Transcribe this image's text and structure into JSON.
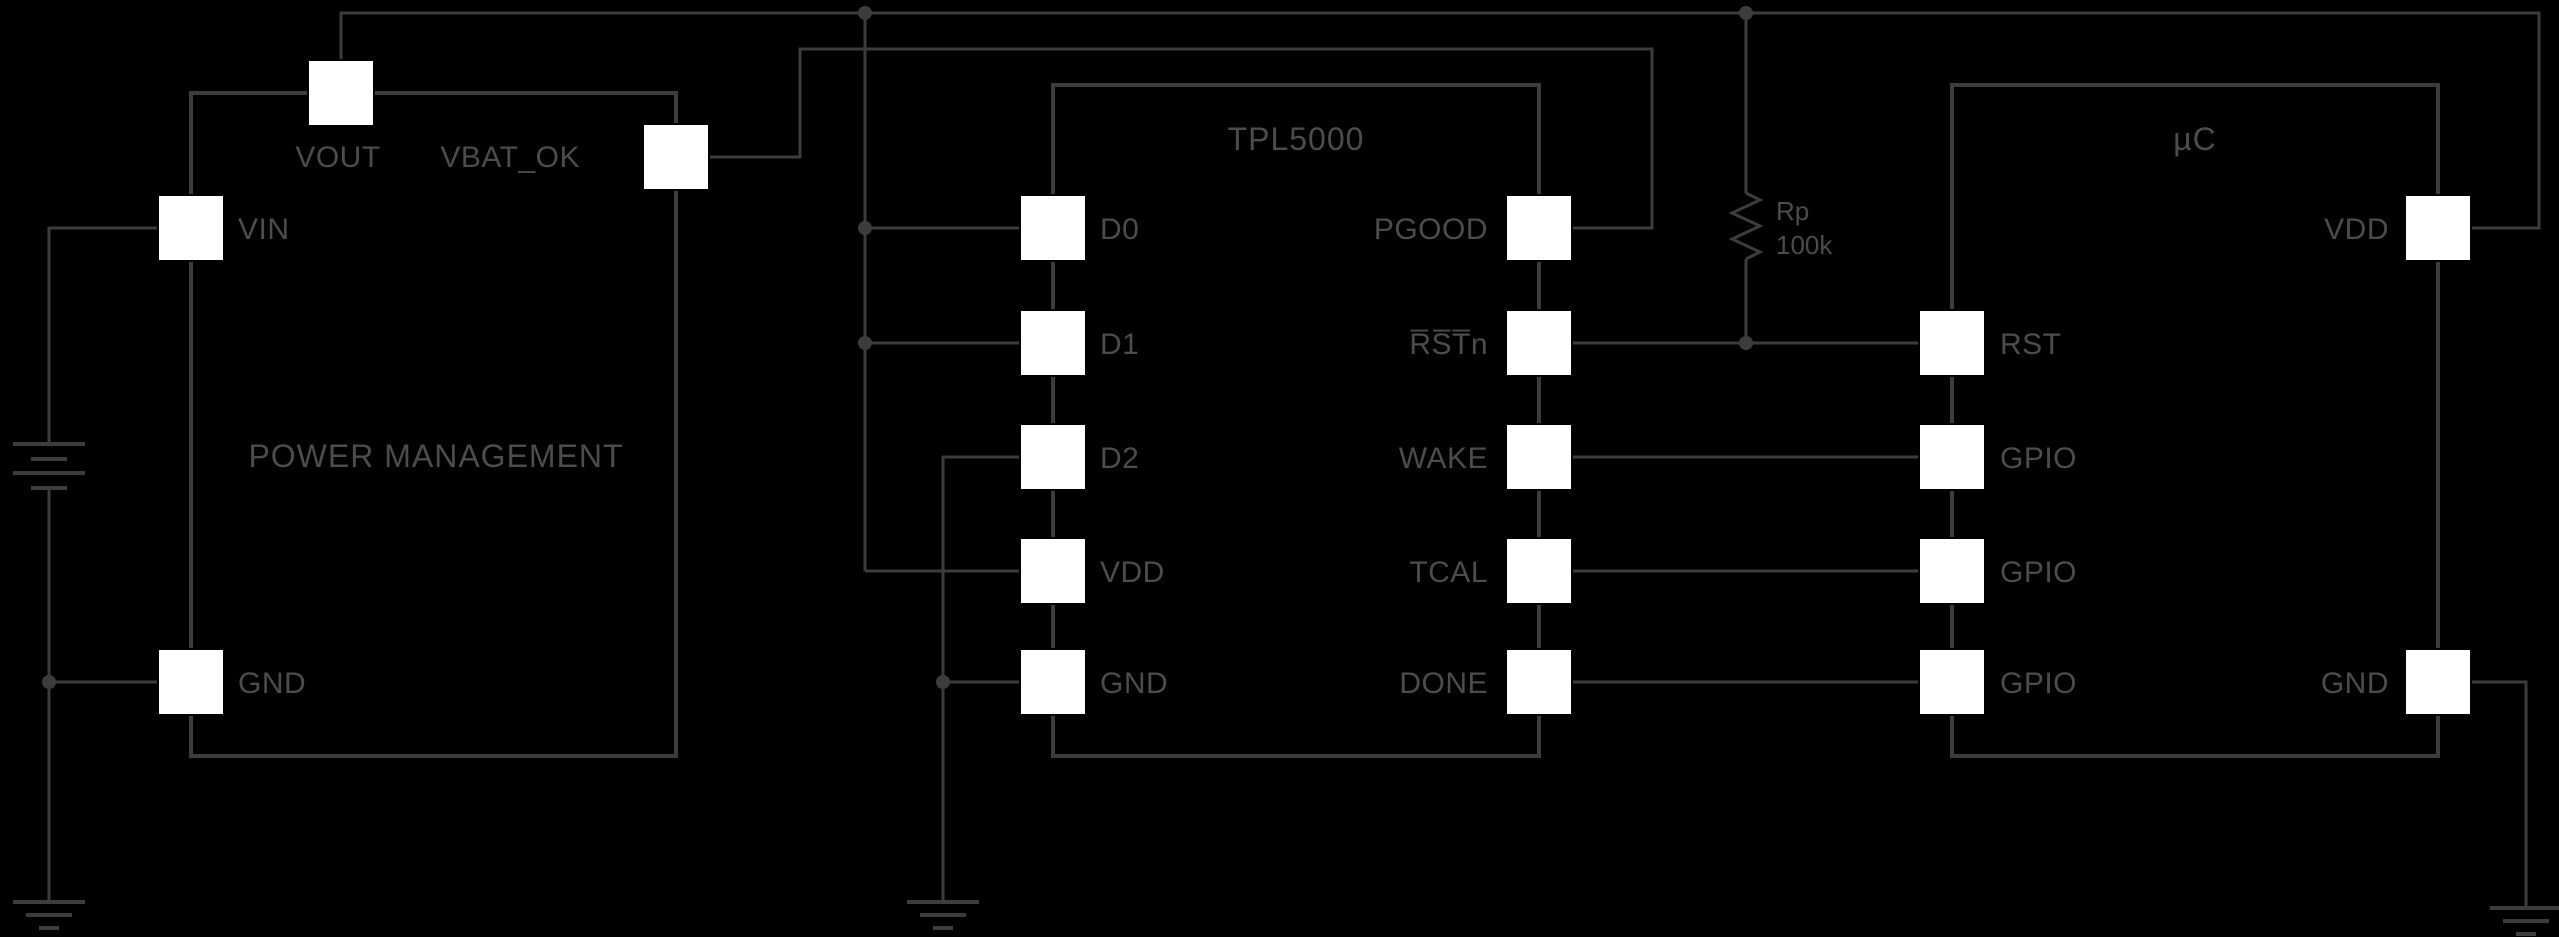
{
  "colors": {
    "background": "#000000",
    "line": "#3c3c3c",
    "text": "#4c4c4c",
    "pin_fill": "#ffffff",
    "pin_border": "#000000"
  },
  "power_block": {
    "name": "POWER MANAGEMENT",
    "pin_vout": "VOUT",
    "pin_vbat_ok": "VBAT_OK",
    "pin_vin": "VIN",
    "pin_gnd": "GND"
  },
  "tpl_block": {
    "name": "TPL5000",
    "pin_d0": "D0",
    "pin_d1": "D1",
    "pin_d2": "D2",
    "pin_vdd": "VDD",
    "pin_gnd": "GND",
    "pin_pgood": "PGOOD",
    "pin_rstn": "R̅S̅T̅n",
    "pin_wake": "WAKE",
    "pin_tcal": "TCAL",
    "pin_done": "DONE"
  },
  "mcu_block": {
    "name": "µC",
    "pin_rst": "RST",
    "pin_gpio1": "GPIO",
    "pin_gpio2": "GPIO",
    "pin_gpio3": "GPIO",
    "pin_vdd": "VDD",
    "pin_gnd": "GND"
  },
  "resistor": {
    "label": "Rp",
    "value": "100k"
  }
}
